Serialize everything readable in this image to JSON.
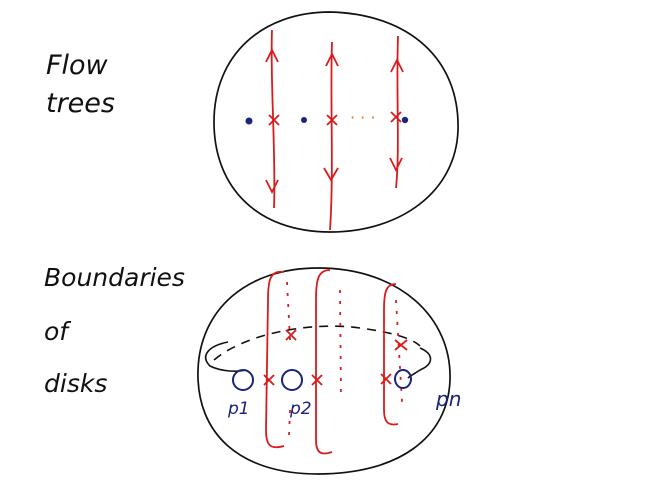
{
  "labels": {
    "top_line1": "Flow",
    "top_line2": "trees",
    "bottom_line1": "Boundaries",
    "bottom_line2": "of",
    "bottom_line3": "disks",
    "dots": "· · ·",
    "p1": "p1",
    "p2": "p2",
    "pn": "pn"
  },
  "colors": {
    "ink": "#111111",
    "red": "#d81c1c",
    "blue": "#1a237e",
    "orange": "#e07a10"
  }
}
